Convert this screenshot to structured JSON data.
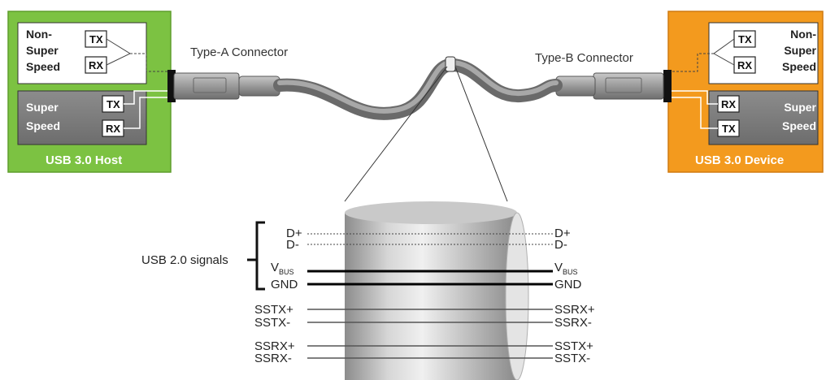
{
  "connectors": {
    "type_a": "Type-A Connector",
    "type_b": "Type-B Connector"
  },
  "host": {
    "title": "USB 3.0 Host",
    "non_super": [
      "Non-",
      "Super",
      "Speed"
    ],
    "super": [
      "Super",
      "Speed"
    ],
    "pins": {
      "ns_tx": "TX",
      "ns_rx": "RX",
      "ss_tx": "TX",
      "ss_rx": "RX"
    }
  },
  "device": {
    "title": "USB 3.0 Device",
    "non_super": [
      "Non-",
      "Super",
      "Speed"
    ],
    "super": [
      "Super",
      "Speed"
    ],
    "pins": {
      "ns_tx": "TX",
      "ns_rx": "RX",
      "ss_rx": "RX",
      "ss_tx": "TX"
    }
  },
  "bracket_label": "USB 2.0 signals",
  "signals": {
    "left": {
      "d_plus": "D+",
      "d_minus": "D-",
      "vbus": {
        "main": "V",
        "sub": "BUS"
      },
      "gnd": "GND",
      "sstx_plus": "SSTX+",
      "sstx_minus": "SSTX-",
      "ssrx_plus": "SSRX+",
      "ssrx_minus": "SSRX-"
    },
    "right": {
      "d_plus": "D+",
      "d_minus": "D-",
      "vbus": {
        "main": "V",
        "sub": "BUS"
      },
      "gnd": "GND",
      "ssrx_plus": "SSRX+",
      "ssrx_minus": "SSRX-",
      "sstx_plus": "SSTX+",
      "sstx_minus": "SSTX-"
    }
  },
  "colors": {
    "host_green": "#7cc242",
    "device_orange": "#f39a1e",
    "super_speed_gray": "#7f7f7f",
    "cable_gray": "#8a8a8a"
  }
}
